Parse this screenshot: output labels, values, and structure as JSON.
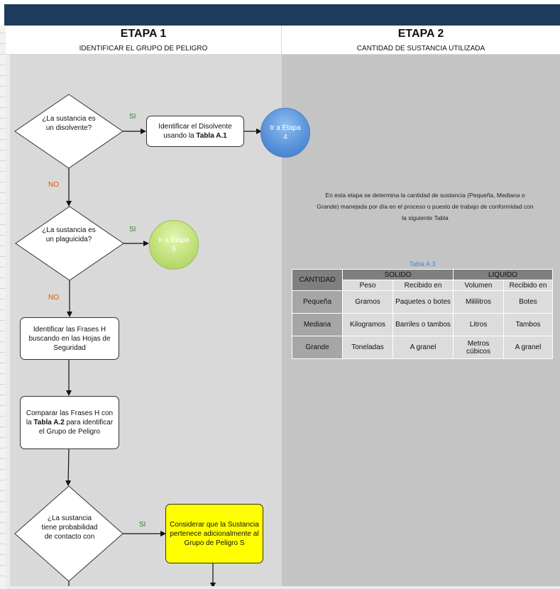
{
  "stage1": {
    "title": "ETAPA 1",
    "subtitle": "IDENTIFICAR EL GRUPO DE PELIGRO",
    "decision1": "¿La sustancia es un disolvente?",
    "decision1_yes": "SI",
    "decision1_no": "NO",
    "box1_line": "Identificar el Disolvente usando la",
    "box1_bold": "Tabla A.1",
    "goto_etapa4": "Ir a Etapa 4",
    "decision2": "¿La sustancia es un plaguicida?",
    "decision2_yes": "SI",
    "decision2_no": "NO",
    "goto_etapa5": "Ir a Etapa 5",
    "box2": "Identificar las Frases H buscando en las Hojas de Seguridad",
    "box3_pre": "Comparar las Frases H con la",
    "box3_bold": "Tabla A.2",
    "box3_post": "para identificar el Grupo de Peligro",
    "decision3": "¿La sustancia tiene probabilidad de contacto con",
    "decision3_yes": "SI",
    "box4": "Considerar que la Sustancia pertenece adicionalmente al Grupo de Peligro S"
  },
  "stage2": {
    "title": "ETAPA 2",
    "subtitle": "CANTIDAD DE SUSTANCIA UTILIZADA",
    "description": "En esta etapa se determina la cantidad de sustancia (Pequeña, Mediana o Grande) manejada por día en el proceso o puesto de trabajo de conformidad con la siguiente Tabla",
    "table_caption": "Tabla A.3",
    "table": {
      "col_cantidad": "CANTIDAD",
      "group_solido": "SOLIDO",
      "group_liquido": "LIQUIDO",
      "sub_headers": [
        "Peso",
        "Recibido en",
        "Volumen",
        "Recibido en"
      ],
      "rows": [
        {
          "label": "Pequeña",
          "cells": [
            "Gramos",
            "Paquetes o botes",
            "Mililitros",
            "Botes"
          ]
        },
        {
          "label": "Mediana",
          "cells": [
            "Kilogramos",
            "Barriles o tambos",
            "Litros",
            "Tambos"
          ]
        },
        {
          "label": "Grande",
          "cells": [
            "Toneladas",
            "A granel",
            "Metros cúbicos",
            "A granel"
          ]
        }
      ]
    }
  },
  "colors": {
    "header_band": "#1d3b5c",
    "stage1_bg": "#d9d9d9",
    "stage2_bg": "#c4c4c4",
    "yes_label": "#2e7d32",
    "no_label": "#e65100",
    "circle_blue": "#5b93db",
    "circle_green": "#c1e07a",
    "highlight_box": "#ffff00"
  }
}
